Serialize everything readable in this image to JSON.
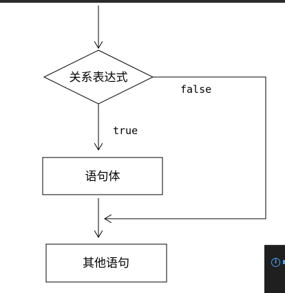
{
  "flowchart": {
    "condition": "关系表达式",
    "body": "语句体",
    "next": "其他语句",
    "true_label": "true",
    "false_label": "false"
  },
  "popup": {
    "icon": "info-icon",
    "accent_color": "#4aa3ff"
  }
}
